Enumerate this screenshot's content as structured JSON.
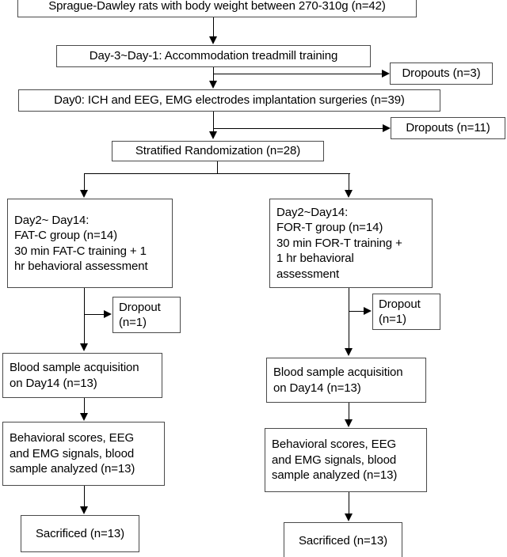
{
  "diagram": {
    "title": "Experimental study flow diagram",
    "line_color": "#000000",
    "box_border_color": "#4a4a4a",
    "background": "#ffffff"
  },
  "nodes": {
    "enrollment": "Sprague-Dawley rats with body weight between 270-310g (n=42)",
    "accommodation": "Day-3~Day-1: Accommodation treadmill training",
    "dropouts_1": "Dropouts (n=3)",
    "surgery": "Day0: ICH and EEG, EMG electrodes implantation surgeries (n=39)",
    "dropouts_2": "Dropouts (n=11)",
    "randomization": "Stratified Randomization (n=28)",
    "fatc_group": "Day2~ Day14:\nFAT-C group (n=14)\n30 min FAT-C training + 1\nhr behavioral assessment",
    "fort_group": "Day2~Day14:\nFOR-T group (n=14)\n30  min FOR-T training +\n1 hr behavioral\nassessment",
    "dropout_left": "Dropout\n(n=1)",
    "dropout_right": "Dropout\n(n=1)",
    "blood_left": "Blood sample acquisition\non Day14 (n=13)",
    "blood_right": "Blood sample acquisition\non Day14 (n=13)",
    "analysis_left": "Behavioral scores, EEG\nand EMG signals, blood\nsample analyzed (n=13)",
    "analysis_right": "Behavioral scores, EEG\nand EMG signals, blood\nsample analyzed (n=13)",
    "sacrificed_left": "Sacrificed (n=13)",
    "sacrificed_right": "Sacrificed (n=13)"
  }
}
